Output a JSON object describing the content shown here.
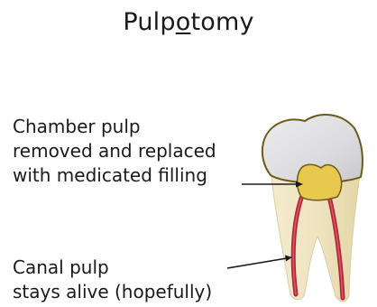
{
  "title": {
    "before": "Pulp",
    "underlined": "o",
    "after": "tomy"
  },
  "labels": {
    "chamber": {
      "lines": [
        "Chamber pulp",
        "removed and replaced",
        "with medicated filling"
      ]
    },
    "canal": {
      "lines": [
        "Canal pulp",
        "stays alive (hopefully)"
      ]
    }
  },
  "colors": {
    "enamel": "#e4e4e6",
    "crown_outline": "#6b5a1e",
    "dentin": "#efe5c4",
    "root_edge": "#d8cda6",
    "filling": "#e8c94e",
    "canal_pulp": "#b22436",
    "text": "#1a1a1a"
  }
}
